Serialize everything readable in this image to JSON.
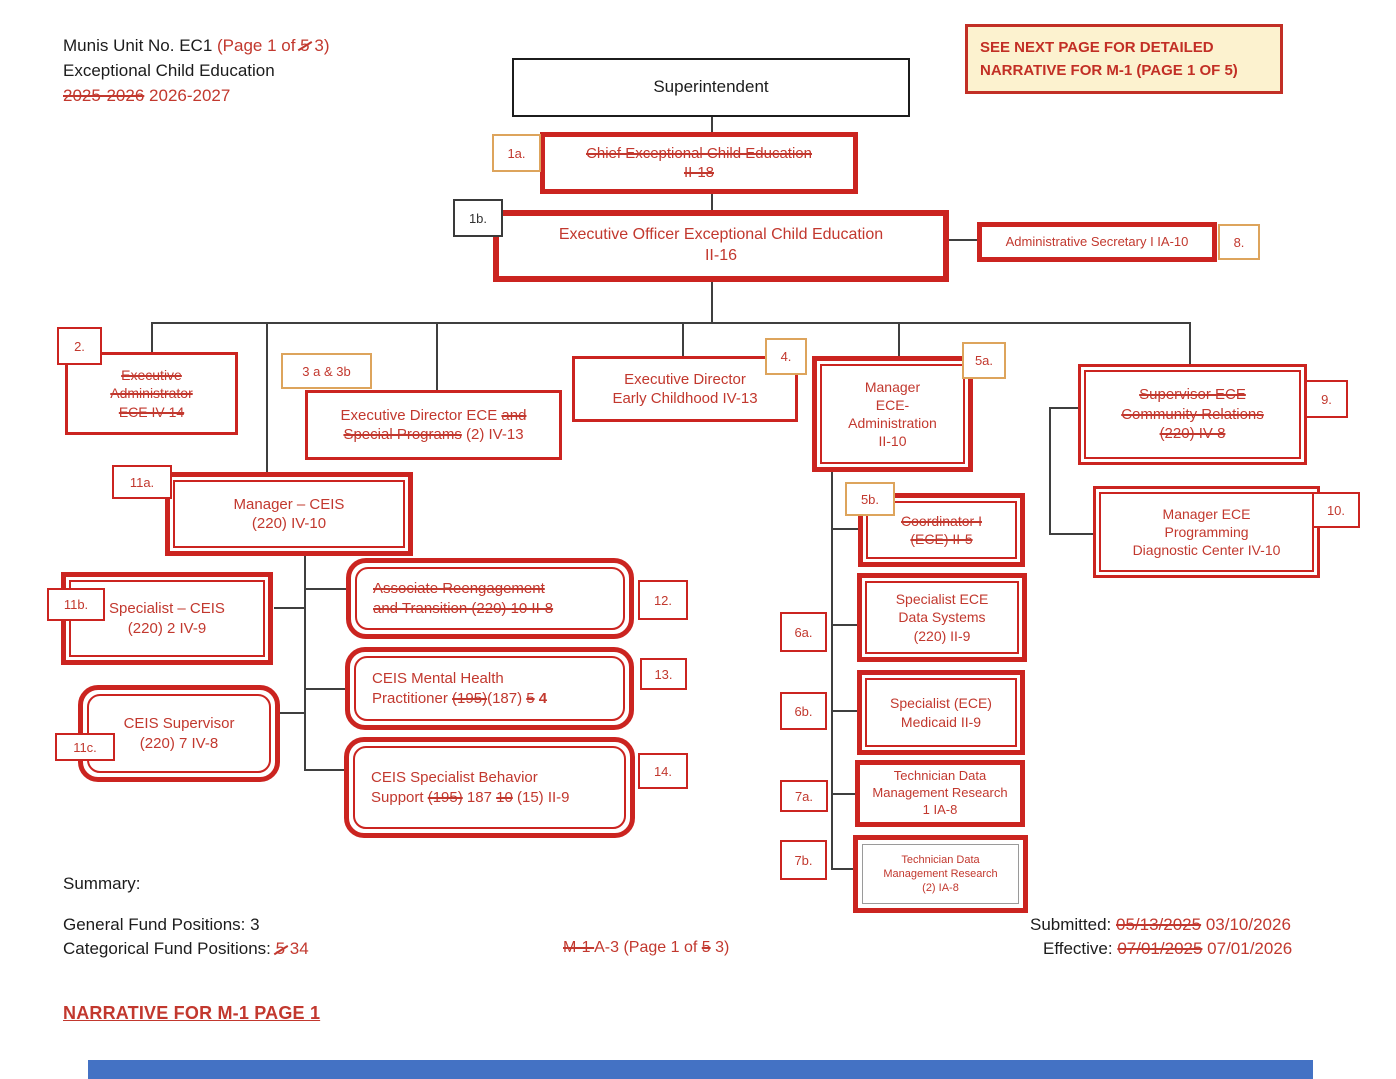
{
  "header": {
    "line1": [
      {
        "t": "Munis Unit No. EC1 "
      },
      {
        "t": "(Page 1 of ",
        "red": true
      },
      {
        "t": "5",
        "red": true,
        "slash": true
      },
      {
        "t": " 3)",
        "red": true
      }
    ],
    "line2": [
      {
        "t": "Exceptional Child Education"
      }
    ],
    "line3": [
      {
        "t": "2025-2026",
        "red": true,
        "strike": true
      },
      {
        "t": " 2026-2027",
        "red": true
      }
    ]
  },
  "notice": {
    "line1": "SEE NEXT PAGE FOR DETAILED",
    "line2": "NARRATIVE FOR M-1 (PAGE 1 OF 5)"
  },
  "labels": {
    "1a": "1a.",
    "1b": "1b.",
    "2": "2.",
    "3ab": "3 a & 3b",
    "4": "4.",
    "5a": "5a.",
    "5b": "5b.",
    "6a": "6a.",
    "6b": "6b.",
    "7a": "7a.",
    "7b": "7b.",
    "8": "8.",
    "9": "9.",
    "10": "10.",
    "11a": "11a.",
    "11b": "11b.",
    "11c": "11c.",
    "12": "12.",
    "13": "13.",
    "14": "14."
  },
  "nodes": {
    "superintendent": {
      "lines": [
        [
          {
            "t": "Superintendent"
          }
        ]
      ]
    },
    "chief": {
      "lines": [
        [
          {
            "t": "Chief Exceptional Child Education",
            "strike": true
          }
        ],
        [
          {
            "t": "II-18",
            "strike": true
          }
        ]
      ]
    },
    "execOfficer": {
      "lines": [
        [
          {
            "t": "Executive Officer Exceptional Child Education"
          }
        ],
        [
          {
            "t": "II-16"
          }
        ]
      ]
    },
    "adminSecretary": {
      "lines": [
        [
          {
            "t": "Administrative Secretary I IA-10"
          }
        ]
      ]
    },
    "execAdministrator": {
      "lines": [
        [
          {
            "t": "Executive",
            "strike": true
          }
        ],
        [
          {
            "t": "Administrator",
            "strike": true
          }
        ],
        [
          {
            "t": "ECE   IV-14",
            "strike": true
          }
        ]
      ]
    },
    "execDirectorECE": {
      "lines": [
        [
          {
            "t": "Executive Director ECE "
          },
          {
            "t": "and",
            "strike": true
          }
        ],
        [
          {
            "t": "Special Programs",
            "strike": true
          },
          {
            "t": " (2)  IV-13"
          }
        ]
      ]
    },
    "execDirectorEarlyChildhood": {
      "lines": [
        [
          {
            "t": "Executive Director"
          }
        ],
        [
          {
            "t": "Early Childhood    IV-13"
          }
        ]
      ]
    },
    "managerECEAdministration": {
      "lines": [
        [
          {
            "t": "Manager"
          }
        ],
        [
          {
            "t": "ECE-"
          }
        ],
        [
          {
            "t": "Administration"
          }
        ],
        [
          {
            "t": "II-10"
          }
        ]
      ]
    },
    "supervisorECECommunityRelations": {
      "lines": [
        [
          {
            "t": "Supervisor ECE",
            "strike": true
          }
        ],
        [
          {
            "t": "Community Relations",
            "strike": true
          }
        ],
        [
          {
            "t": "(220)  IV-8",
            "strike": true
          }
        ]
      ]
    },
    "managerECEProgramming": {
      "lines": [
        [
          {
            "t": "Manager ECE"
          }
        ],
        [
          {
            "t": "Programming"
          }
        ],
        [
          {
            "t": "Diagnostic Center IV-10"
          }
        ]
      ]
    },
    "managerCEIS": {
      "lines": [
        [
          {
            "t": "Manager – CEIS"
          }
        ],
        [
          {
            "t": "(220)  IV-10"
          }
        ]
      ]
    },
    "specialistCEIS": {
      "lines": [
        [
          {
            "t": "Specialist – CEIS"
          }
        ],
        [
          {
            "t": "(220)  2 IV-9"
          }
        ]
      ]
    },
    "associateReengagement": {
      "lines": [
        [
          {
            "t": "Associate Reengagement",
            "strike": true
          }
        ],
        [
          {
            "t": "and Transition (220)  10 II-8",
            "strike": true
          }
        ]
      ]
    },
    "ceisMentalHealth": {
      "lines": [
        [
          {
            "t": "CEIS Mental Health"
          }
        ],
        [
          {
            "t": "Practitioner "
          },
          {
            "t": "(195)",
            "strike": true
          },
          {
            "t": "(187) "
          },
          {
            "t": "5",
            "strike": true
          },
          {
            "t": " "
          },
          {
            "t": "4",
            "bold": true
          }
        ]
      ]
    },
    "ceisSupervisor": {
      "lines": [
        [
          {
            "t": "CEIS Supervisor"
          }
        ],
        [
          {
            "t": "(220) 7 IV-8"
          }
        ]
      ]
    },
    "ceisBehaviorSupport": {
      "lines": [
        [
          {
            "t": "CEIS Specialist Behavior"
          }
        ],
        [
          {
            "t": "Support "
          },
          {
            "t": "(195)",
            "strike": true
          },
          {
            "t": " 187 "
          },
          {
            "t": "10",
            "strike": true
          },
          {
            "t": " (15) II-9"
          }
        ]
      ]
    },
    "coordinatorI": {
      "lines": [
        [
          {
            "t": "Coordinator I",
            "strike": true
          }
        ],
        [
          {
            "t": "(ECE)  II-5",
            "strike": true
          }
        ]
      ]
    },
    "specialistDataSystems": {
      "lines": [
        [
          {
            "t": "Specialist ECE"
          }
        ],
        [
          {
            "t": "Data Systems"
          }
        ],
        [
          {
            "t": "(220)  II-9"
          }
        ]
      ]
    },
    "specialistMedicaid": {
      "lines": [
        [
          {
            "t": "Specialist (ECE)"
          }
        ],
        [
          {
            "t": "Medicaid  II-9"
          }
        ]
      ]
    },
    "technicianData1": {
      "lines": [
        [
          {
            "t": "Technician Data"
          }
        ],
        [
          {
            "t": "Management Research"
          }
        ],
        [
          {
            "t": "1  IA-8"
          }
        ]
      ]
    },
    "technicianData2": {
      "lines": [
        [
          {
            "t": "Technician Data"
          }
        ],
        [
          {
            "t": "Management Research"
          }
        ],
        [
          {
            "t": "(2)  IA-8"
          }
        ]
      ]
    }
  },
  "summary": {
    "title": "Summary:",
    "general": [
      {
        "t": "General Fund Positions:   3"
      }
    ],
    "categorical": [
      {
        "t": "Categorical Fund Positions: "
      },
      {
        "t": "5",
        "red": true,
        "slash": true
      },
      {
        "t": " 34",
        "red": true
      }
    ]
  },
  "footer": {
    "m1": [
      {
        "t": "M-1 ",
        "strike": true
      },
      {
        "t": "A-3 (Page 1 of "
      },
      {
        "t": "5",
        "strike": true
      },
      {
        "t": " 3)"
      }
    ],
    "submitted": [
      {
        "t": "Submitted:  "
      },
      {
        "t": "05/13/2025",
        "red": true,
        "strike": true
      },
      {
        "t": "  03/10/2026",
        "red": true
      }
    ],
    "effective": [
      {
        "t": "Effective:  "
      },
      {
        "t": "07/01/2025",
        "red": true,
        "strike": true
      },
      {
        "t": " 07/01/2026",
        "red": true
      }
    ],
    "narrative": "NARRATIVE FOR M-1 PAGE 1"
  }
}
